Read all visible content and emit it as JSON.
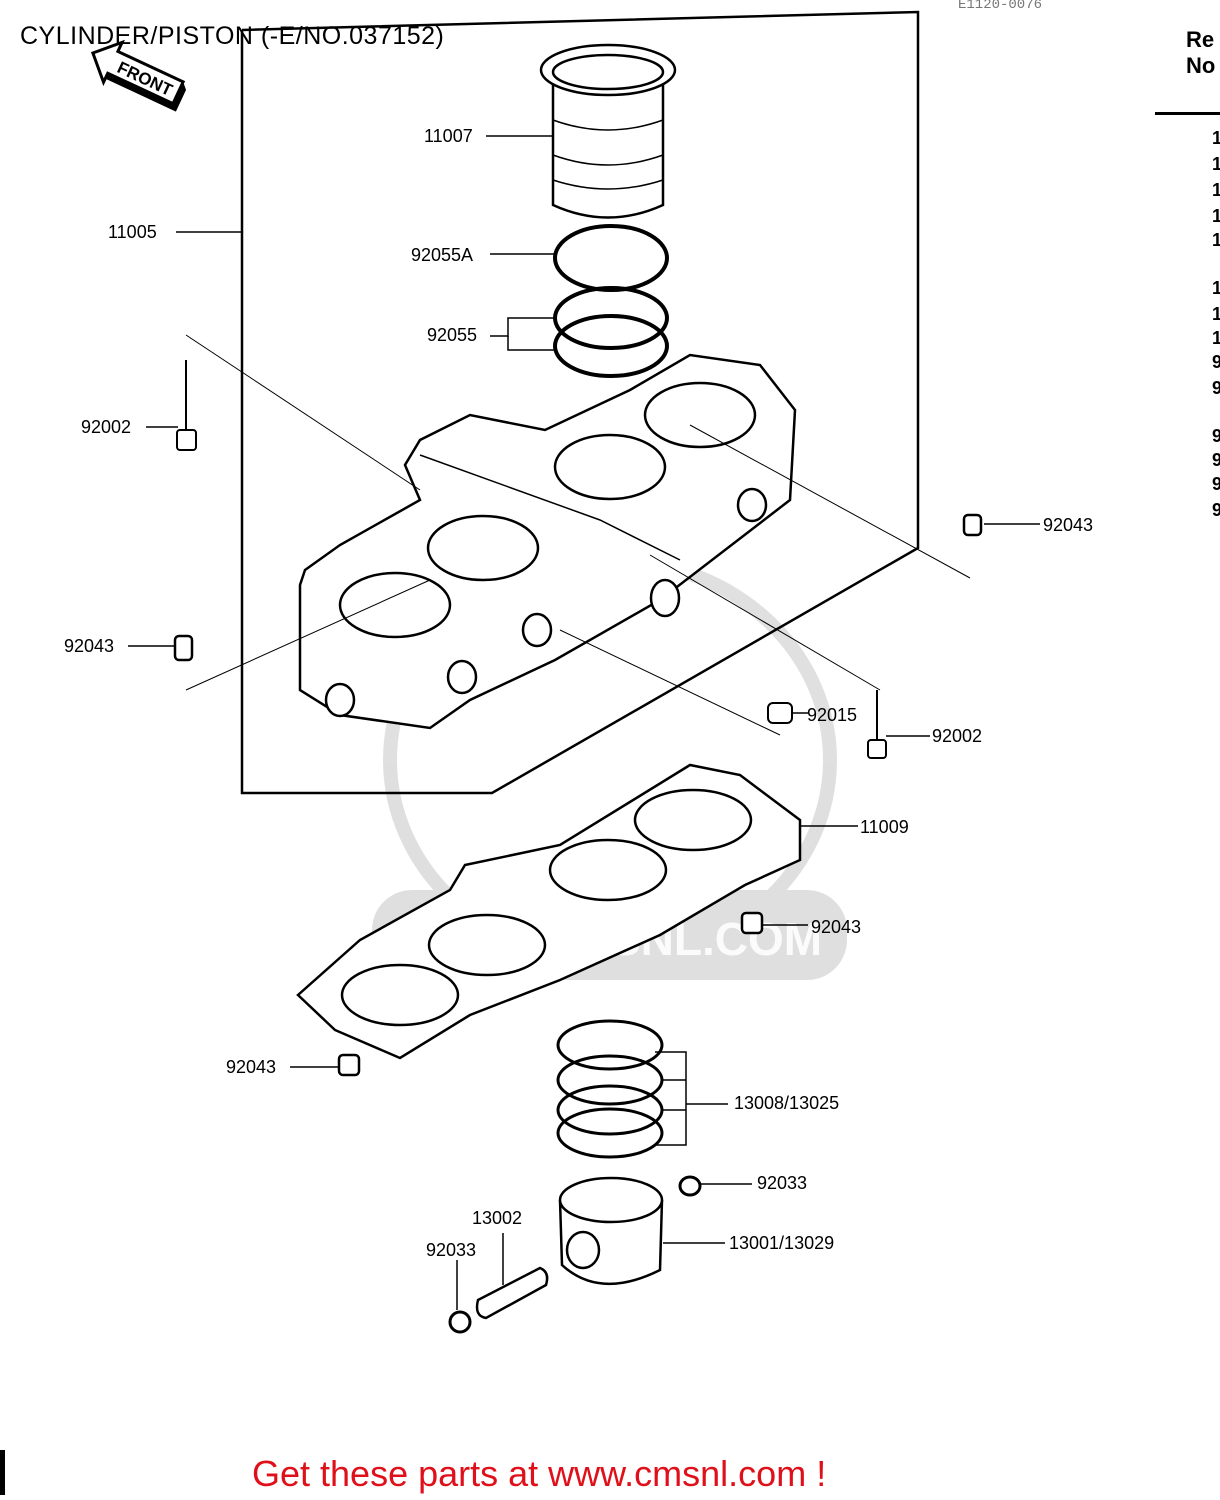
{
  "title": "CYLINDER/PISTON (-E/NO.037152)",
  "drawing_code": "E1120-0076",
  "front_arrow": "FRONT",
  "ref_header": [
    "Re",
    "No"
  ],
  "ref_column": [
    "1",
    "1",
    "1",
    "1",
    "1",
    "1",
    "1",
    "1",
    "9",
    "9",
    "9",
    "9",
    "9",
    "9"
  ],
  "watermark": "WWW.CMSNL.COM",
  "labels": {
    "l11007": "11007",
    "l11005": "11005",
    "l92055A": "92055A",
    "l92055": "92055",
    "l92002a": "92002",
    "l92043a": "92043",
    "l92043b": "92043",
    "l92015": "92015",
    "l92002b": "92002",
    "l11009": "11009",
    "l92043c": "92043",
    "l92043d": "92043",
    "l13008": "13008/13025",
    "l92033a": "92033",
    "l13002": "13002",
    "l92033b": "92033",
    "l13001": "13001/13029"
  },
  "footer": "Get these parts at www.cmsnl.com !"
}
